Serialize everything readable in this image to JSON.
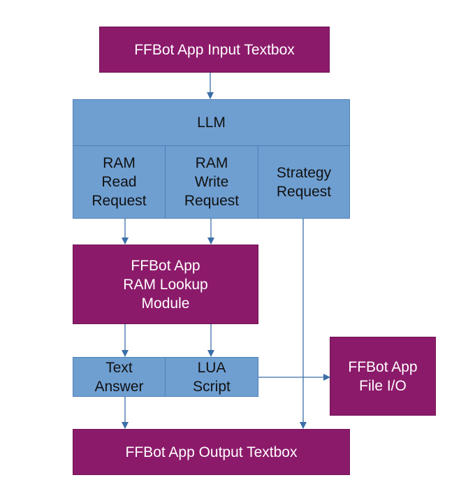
{
  "colors": {
    "module": "#8c1a6a",
    "llm": "#6f9fd1",
    "arrow": "#3b6ea8"
  },
  "nodes": {
    "input_textbox": "FFBot App Input Textbox",
    "llm": "LLM",
    "ram_read_request": "RAM\nRead\nRequest",
    "ram_write_request": "RAM\nWrite\nRequest",
    "strategy_request": "Strategy\nRequest",
    "ram_lookup_module": "FFBot App\nRAM Lookup\nModule",
    "text_answer": "Text\nAnswer",
    "lua_script": "LUA\nScript",
    "file_io": "FFBot App\nFile I/O",
    "output_textbox": "FFBot App Output Textbox"
  },
  "edges": [
    [
      "input_textbox",
      "llm"
    ],
    [
      "ram_read_request",
      "ram_lookup_module"
    ],
    [
      "ram_write_request",
      "ram_lookup_module"
    ],
    [
      "ram_lookup_module",
      "text_answer"
    ],
    [
      "ram_lookup_module",
      "lua_script"
    ],
    [
      "lua_script",
      "file_io"
    ],
    [
      "text_answer",
      "output_textbox"
    ],
    [
      "strategy_request",
      "output_textbox"
    ]
  ]
}
